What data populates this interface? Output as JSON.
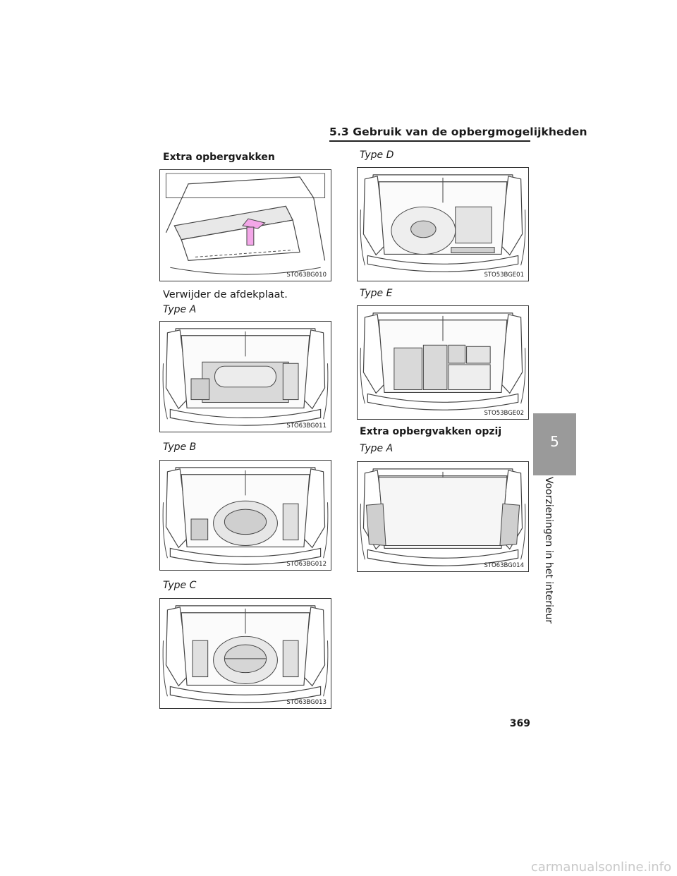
{
  "header": {
    "section_title": "5.3  Gebruik van de opbergmogelijkheden"
  },
  "left": {
    "heading": "Extra opbergvakken",
    "instruction": "Verwijder de afdekplaat.",
    "type_a": "Type A",
    "type_b": "Type B",
    "type_c": "Type C"
  },
  "right": {
    "type_d": "Type D",
    "type_e": "Type E",
    "heading2": "Extra opbergvakken opzij",
    "type_a2": "Type A"
  },
  "figures": {
    "cover": "STO63BG010",
    "a": "STO63BG011",
    "b": "STO63BG012",
    "c": "STO63BG013",
    "d": "STO53BGE01",
    "e": "STO53BGE02",
    "side": "STO63BG014"
  },
  "tab": {
    "number": "5",
    "label": "Voorzieningen in het interieur"
  },
  "page_number": "369",
  "watermark": "carmanualsonline.info",
  "colors": {
    "tab_gray": "#9a9a9a",
    "highlight_pink": "#f3a7e8",
    "highlight_gray": "#cfcfcf"
  }
}
